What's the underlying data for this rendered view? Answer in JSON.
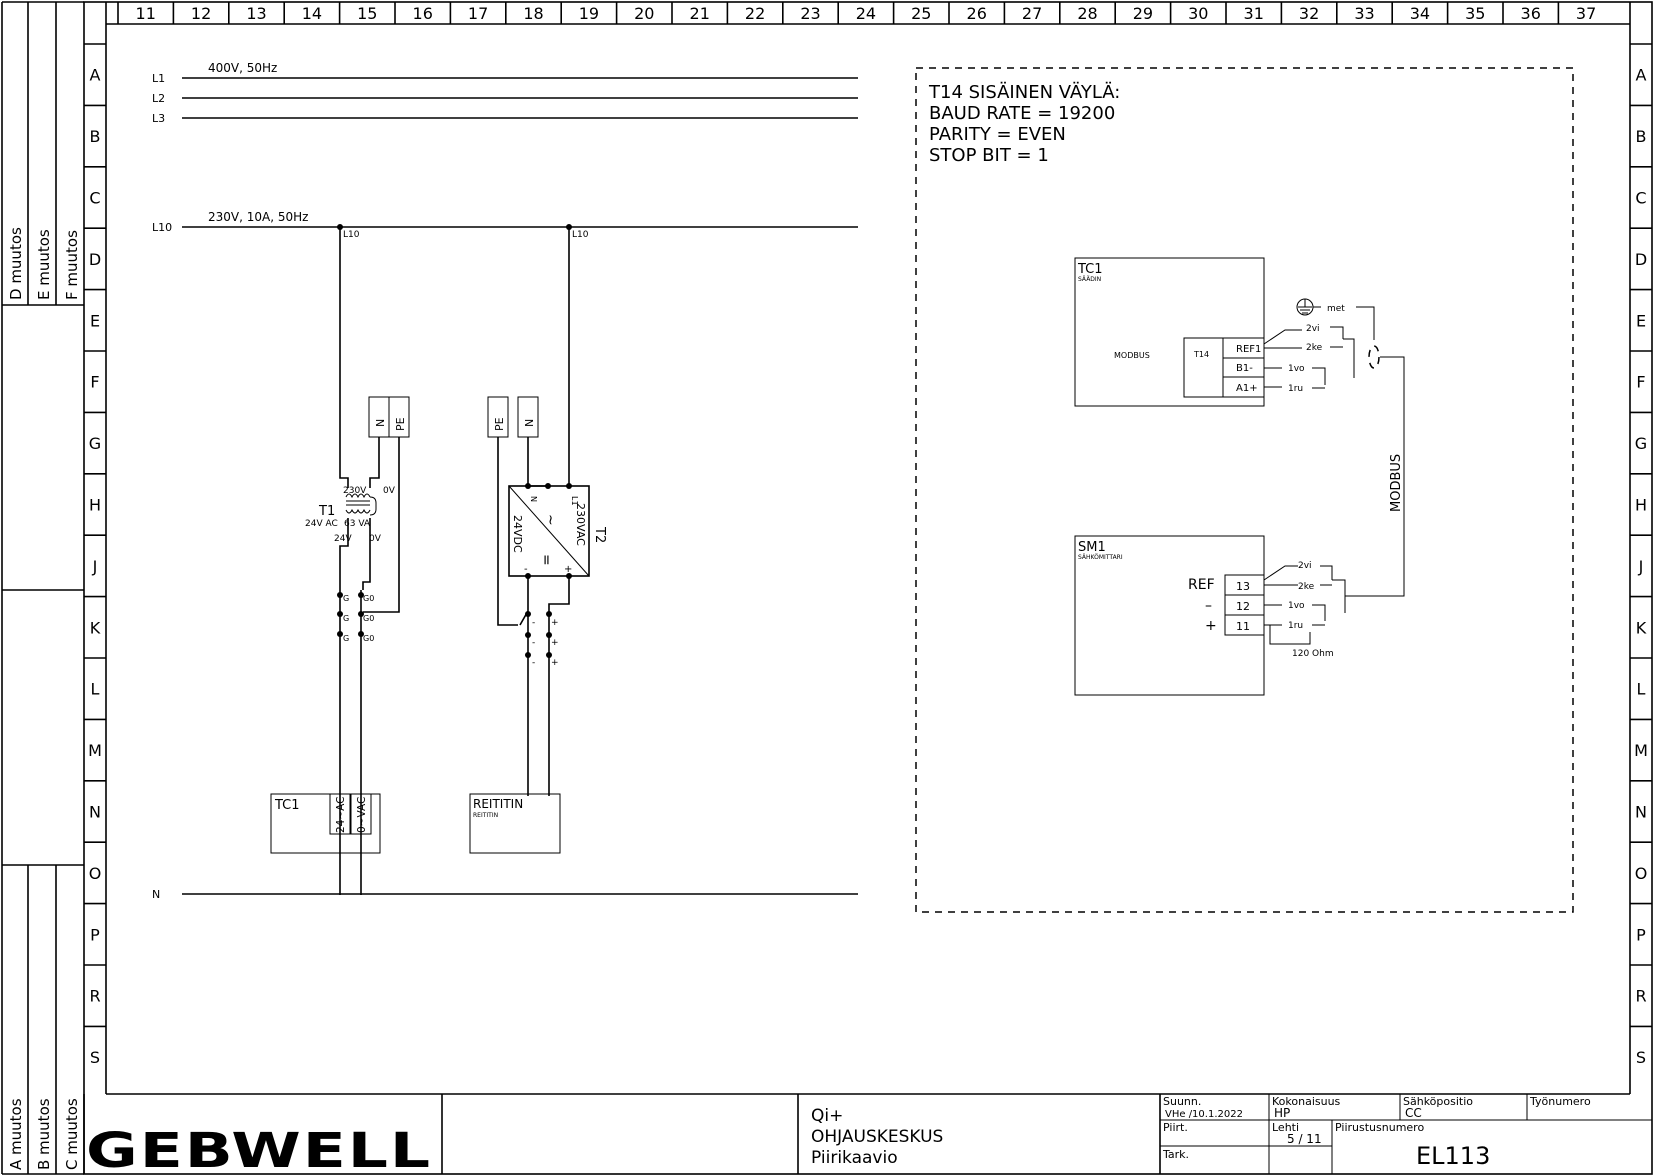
{
  "sheet": {
    "columns": [
      "11",
      "12",
      "13",
      "14",
      "15",
      "16",
      "17",
      "18",
      "19",
      "20",
      "21",
      "22",
      "23",
      "24",
      "25",
      "26",
      "27",
      "28",
      "29",
      "30",
      "31",
      "32",
      "33",
      "34",
      "35",
      "36",
      "37"
    ],
    "rows": [
      "A",
      "B",
      "C",
      "D",
      "E",
      "F",
      "G",
      "H",
      "J",
      "K",
      "L",
      "M",
      "N",
      "O",
      "P",
      "R",
      "S"
    ],
    "revisions_upper": [
      "D  muutos",
      "E  muutos",
      "F  muutos"
    ],
    "revisions_lower": [
      "A  muutos",
      "B  muutos",
      "C  muutos"
    ]
  },
  "supply": {
    "l1": "L1",
    "l2": "L2",
    "l3": "L3",
    "three_phase_label": "400V, 50Hz",
    "l10": "L10",
    "l10_label": "230V, 10A, 50Hz",
    "l10_tap": "L10",
    "n": "N"
  },
  "t1": {
    "name": "T1",
    "primary": "230V",
    "primary_0v": "0V",
    "rating_left": "24V  AC",
    "rating_va": "63  VA",
    "secondary": "24V",
    "secondary_0v": "0V",
    "term_g": "G",
    "term_g0": "G0",
    "n_box": "N",
    "pe_box": "PE"
  },
  "t2": {
    "name": "T2",
    "in_label": "230VAC",
    "out_label": "24VDC",
    "ac_symbol": "~",
    "dc_symbol": "=",
    "pin_n": "N",
    "pin_l1": "L1",
    "minus": "-",
    "plus": "+",
    "pe_box": "PE",
    "n_box": "N"
  },
  "loads": {
    "tc1_name": "TC1",
    "tc1_pin1": "24~AC",
    "tc1_pin2": "0~VAC",
    "router_name": "REITITIN",
    "router_sub": "REITITIN"
  },
  "bus_note": {
    "line1": "T14  SISÄINEN  VÄYLÄ:",
    "line2": "BAUD  RATE  =  19200",
    "line3": "PARITY  =  EVEN",
    "line4": "STOP  BIT  =  1"
  },
  "tc1_box": {
    "name": "TC1",
    "sub": "SÄÄDIN",
    "modbus": "MODBUS",
    "t14": "T14",
    "ref1": "REF1",
    "b1": "B1-",
    "a1": "A1+",
    "met": "met",
    "w2vi": "2vi",
    "w2ke": "2ke",
    "w1vo": "1vo",
    "w1ru": "1ru"
  },
  "bus_label": "MODBUS",
  "sm1_box": {
    "name": "SM1",
    "sub": "SÄHKÖMITTARI",
    "ref": "REF",
    "minus": "–",
    "plus": "+",
    "t13": "13",
    "t12": "12",
    "t11": "11",
    "w2vi": "2vi",
    "w2ke": "2ke",
    "w1vo": "1vo",
    "w1ru": "1ru",
    "ohm": "120  Ohm"
  },
  "title_block": {
    "logo": "GEBWELL",
    "project": "Qi+",
    "title": "OHJAUSKESKUS",
    "subtitle": "Piirikaavio",
    "suunn_label": "Suunn.",
    "suunn_value": "VHe    /10.1.2022",
    "piirt_label": "Piirt.",
    "tark_label": "Tark.",
    "kokonaisuus_label": "Kokonaisuus",
    "kokonaisuus_value": "HP",
    "lehti_label": "Lehti",
    "lehti_value": "5 / 11",
    "sahkopositio_label": "Sähköpositio",
    "sahkopositio_value": "CC",
    "tyonumero_label": "Työnumero",
    "piirustusnumero_label": "Piirustusnumero",
    "drawing_number": "EL113"
  }
}
